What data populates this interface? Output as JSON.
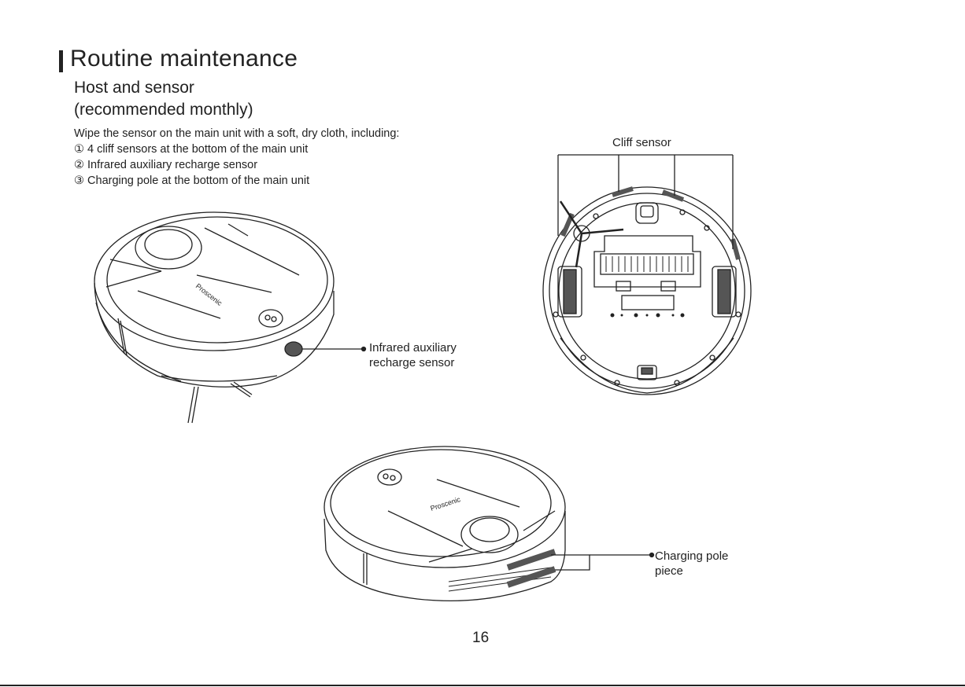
{
  "header": {
    "title": "Routine maintenance",
    "subtitle_line1": "Host and sensor",
    "subtitle_line2": "(recommended monthly)"
  },
  "instructions": {
    "intro": "Wipe the sensor on the main unit with a soft, dry cloth, including:",
    "items": [
      "① 4 cliff sensors at the bottom of the main unit",
      "② Infrared auxiliary recharge sensor",
      "③ Charging pole at the bottom of the main unit"
    ]
  },
  "callouts": {
    "cliff_sensor": "Cliff sensor",
    "infrared_line1": "Infrared auxiliary",
    "infrared_line2": "recharge sensor",
    "charging_line1": "Charging pole",
    "charging_line2": "piece"
  },
  "figures": {
    "brand_mark": "Proscenic",
    "top_view": "robot-top-view-illustration",
    "bottom_view": "robot-bottom-view-illustration",
    "side_view": "robot-side-view-illustration"
  },
  "footer": {
    "page_number": "16"
  },
  "colors": {
    "ink": "#222222",
    "paper": "#ffffff",
    "sensor_fill": "#555555"
  }
}
